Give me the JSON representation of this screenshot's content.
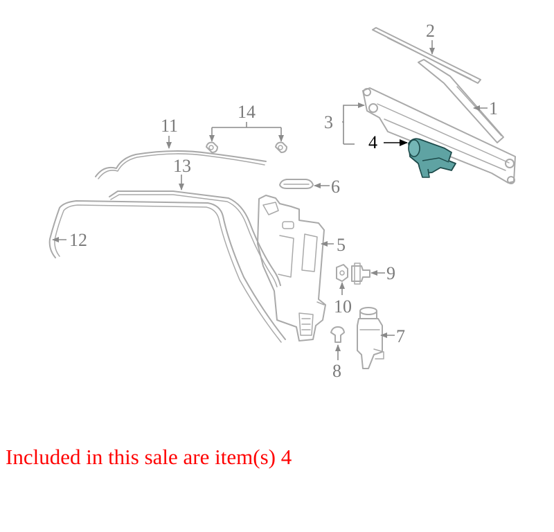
{
  "diagram": {
    "callouts": {
      "c1": "1",
      "c2": "2",
      "c3": "3",
      "c4": "4",
      "c5": "5",
      "c6": "6",
      "c7": "7",
      "c8": "8",
      "c9": "9",
      "c10": "10",
      "c11": "11",
      "c12": "12",
      "c13": "13",
      "c14": "14"
    },
    "highlighted_part": "4",
    "highlight_color": "#5fa3a3",
    "part_outline_color": "#a9a9a9",
    "callout_color": "#7a7a7a"
  },
  "note": {
    "text": "Included in this sale are item(s) 4",
    "color": "#ff0000"
  }
}
